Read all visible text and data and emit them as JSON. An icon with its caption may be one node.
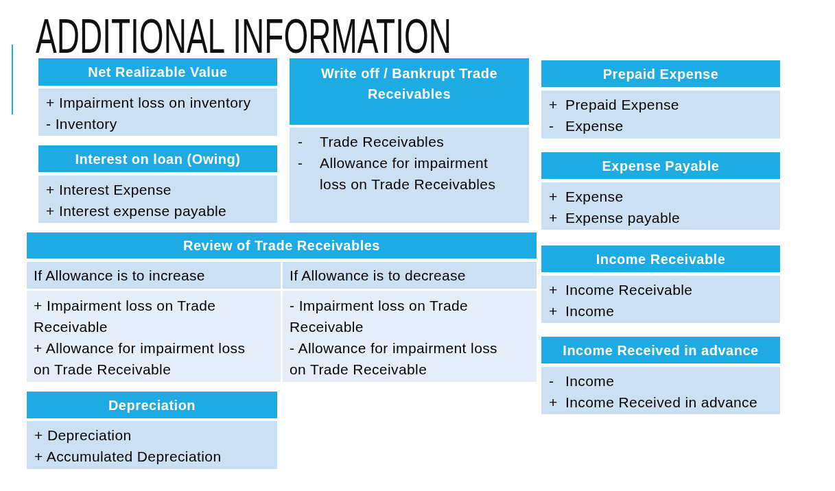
{
  "diagram": {
    "title": "ADDITIONAL INFORMATION",
    "nodes": [
      {
        "text": [
          "Net Realizable Value",
          "+ Impairment loss on inventory",
          "- Inventory"
        ]
      },
      {
        "text": [
          "Interest on loan (Owing)",
          "+ Interest Expense",
          "+ Interest expense payable"
        ]
      },
      {
        "text": [
          "Write off / Bankrupt Trade Receivables",
          "- Trade Receivables",
          "- Allowance for impairment loss on Trade Receivables"
        ]
      },
      {
        "text": [
          "Review of Trade Receivables"
        ]
      },
      {
        "text": [
          "If Allowance is to increase",
          "+ Impairment loss on Trade Receivable",
          "+ Allowance for impairment loss on Trade Receivable"
        ],
        "in": 3
      },
      {
        "text": [
          "If Allowance is to decrease",
          "- Impairment loss on Trade Receivable",
          "- Allowance for impairment loss on Trade Receivable"
        ],
        "in": 3
      },
      {
        "text": [
          "Depreciation",
          "+ Depreciation",
          "+ Accumulated Depreciation"
        ]
      },
      {
        "text": [
          "Prepaid Expense",
          "+ Prepaid Expense",
          "- Expense"
        ]
      },
      {
        "text": [
          "Expense Payable",
          "+ Expense",
          "+ Expense payable"
        ]
      },
      {
        "text": [
          "Income Receivable",
          "+ Income Receivable",
          "+ Income"
        ]
      },
      {
        "text": [
          "Income Received in advance",
          "- Income",
          "+ Income Received in advance"
        ]
      }
    ]
  }
}
